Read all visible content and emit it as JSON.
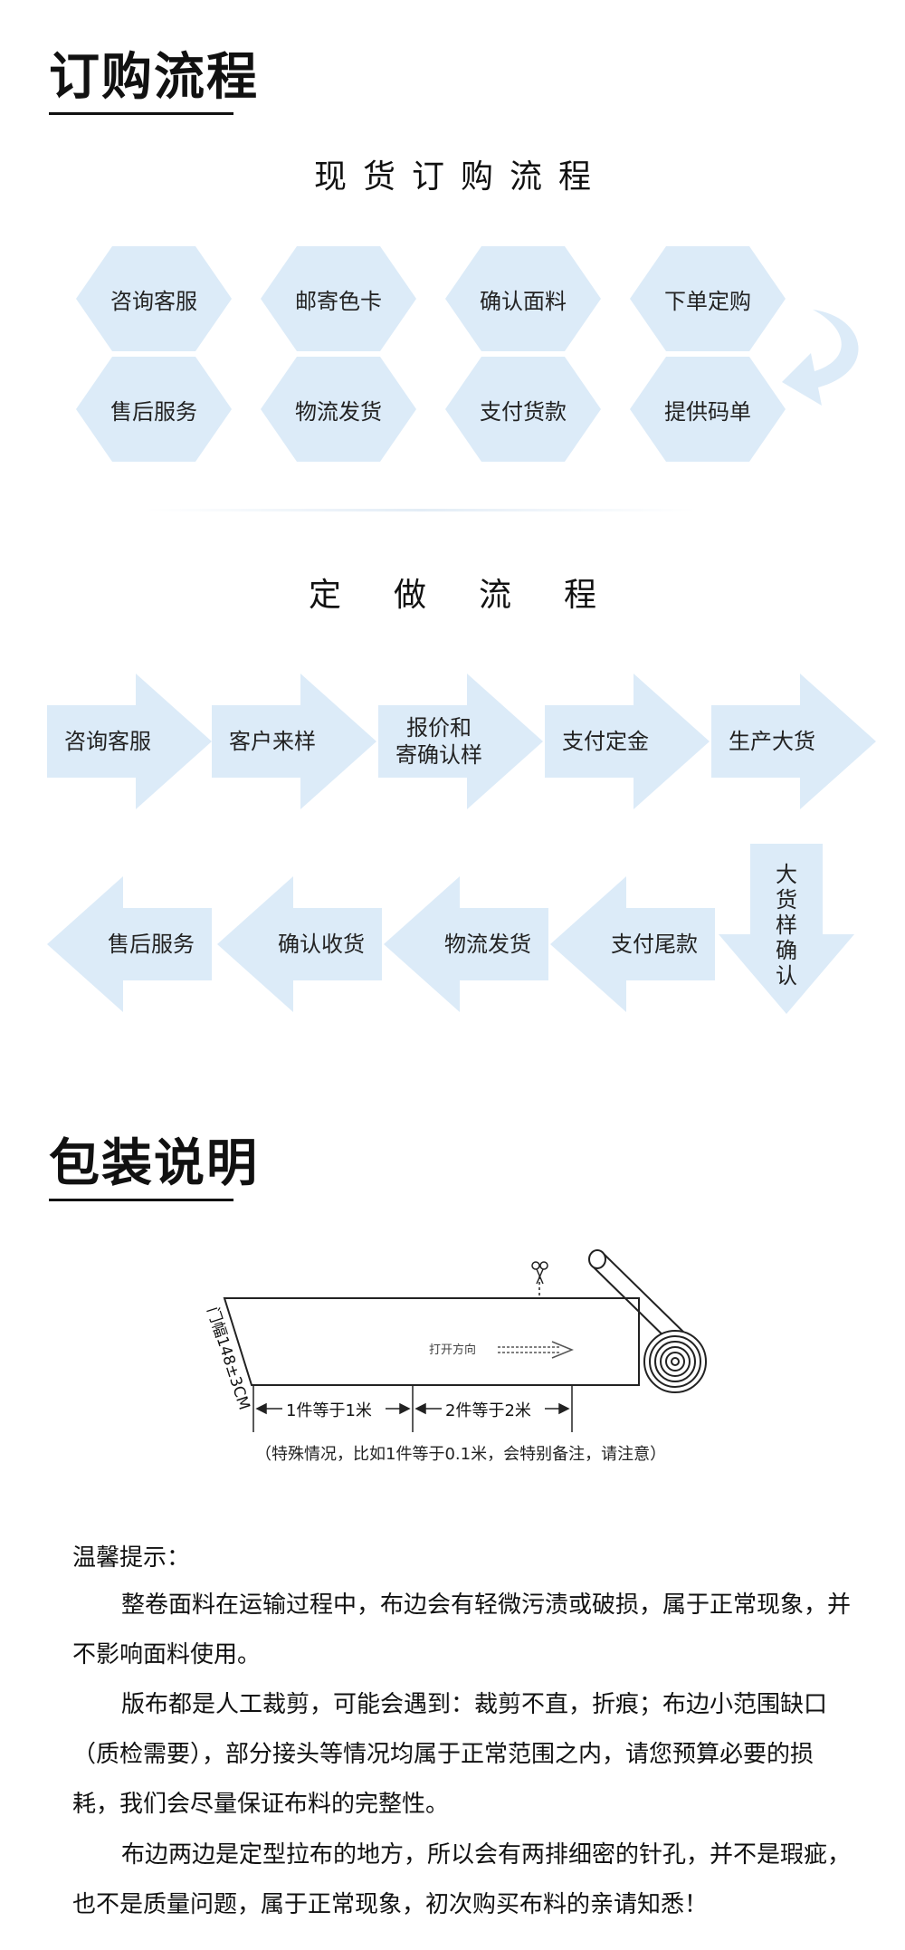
{
  "colors": {
    "shape_fill": "#dcebf8",
    "text": "#111111"
  },
  "order_section": {
    "title": "订购流程",
    "spot": {
      "title": "现货订购流程",
      "steps": [
        "咨询客服",
        "邮寄色卡",
        "确认面料",
        "下单定购",
        "提供码单",
        "支付货款",
        "物流发货",
        "售后服务"
      ]
    },
    "custom": {
      "title": "定做流程",
      "steps": [
        "咨询客服",
        "客户来样",
        "报价和\n寄确认样",
        "支付定金",
        "生产大货",
        "大货样确认",
        "支付尾款",
        "物流发货",
        "确认收货",
        "售后服务"
      ]
    }
  },
  "packing_section": {
    "title": "包装说明",
    "diagram": {
      "width_label": "门幅148±3CM",
      "open_label": "打开方向",
      "unit1": "1件等于1米",
      "unit2": "2件等于2米",
      "caption": "（特殊情况，比如1件等于0.1米，会特别备注，请注意）"
    },
    "tips_title": "温馨提示：",
    "paragraphs": [
      "整卷面料在运输过程中，布边会有轻微污渍或破损，属于正常现象，并不影响面料使用。",
      "版布都是人工裁剪，可能会遇到：裁剪不直，折痕；布边小范围缺口（质检需要），部分接头等情况均属于正常范围之内，请您预算必要的损耗，我们会尽量保证布料的完整性。",
      "布边两边是定型拉布的地方，所以会有两排细密的针孔，并不是瑕疵，也不是质量问题，属于正常现象，初次购买布料的亲请知悉！"
    ]
  }
}
